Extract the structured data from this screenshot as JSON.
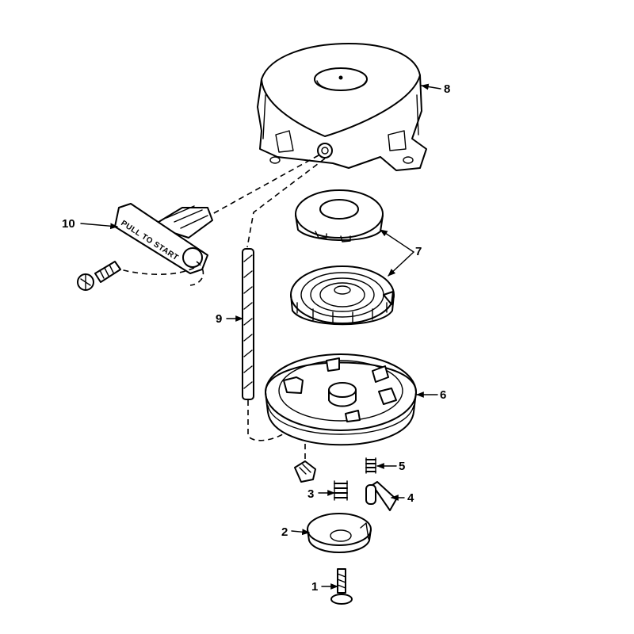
{
  "callouts": [
    {
      "id": "1",
      "label": "1"
    },
    {
      "id": "2",
      "label": "2"
    },
    {
      "id": "3",
      "label": "3"
    },
    {
      "id": "4",
      "label": "4"
    },
    {
      "id": "5",
      "label": "5"
    },
    {
      "id": "6",
      "label": "6"
    },
    {
      "id": "7",
      "label": "7"
    },
    {
      "id": "8",
      "label": "8"
    },
    {
      "id": "9",
      "label": "9"
    },
    {
      "id": "10",
      "label": "10"
    }
  ],
  "handle_text": "PULL TO START"
}
